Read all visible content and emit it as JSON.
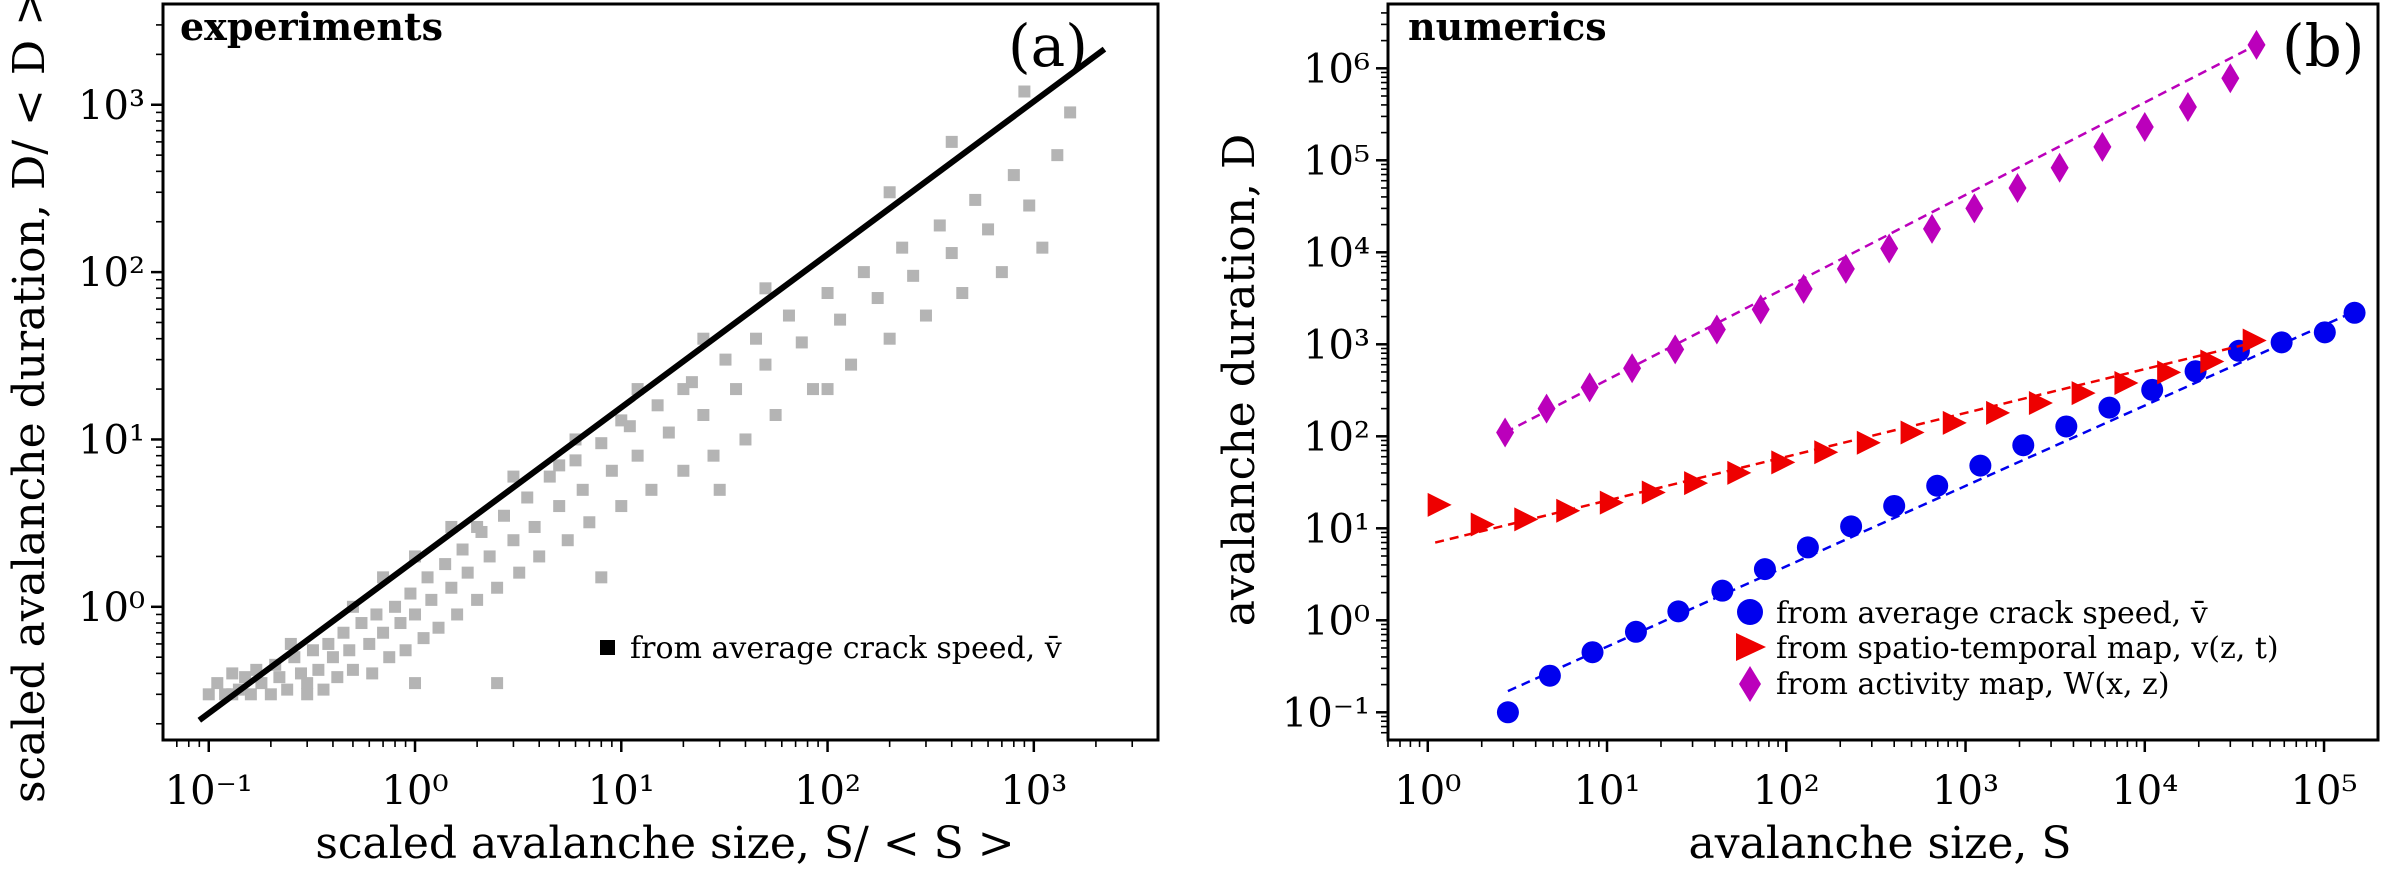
{
  "chart_data": [
    {
      "type": "scatter",
      "title": "experiments",
      "panel_label": "(a)",
      "xlabel": "scaled avalanche size, S/ < S >",
      "ylabel": "scaled avalanche duration, D/ < D >",
      "xscale": "log",
      "yscale": "log",
      "xlim": [
        0.06,
        4000
      ],
      "ylim": [
        0.16,
        4000
      ],
      "xticks": [
        0.1,
        1,
        10,
        100,
        1000
      ],
      "xtick_labels": [
        "10⁻¹",
        "10⁰",
        "10¹",
        "10²",
        "10³"
      ],
      "yticks": [
        1,
        10,
        100,
        1000
      ],
      "ytick_labels": [
        "10⁰",
        "10¹",
        "10²",
        "10³"
      ],
      "legend": {
        "placement": "lower-right",
        "entries": [
          "from average crack speed, v̄"
        ]
      },
      "colors": {
        "scatter": "#b4b4b4",
        "fit": "#000000"
      },
      "fit_line": {
        "x": [
          0.09,
          2200
        ],
        "y": [
          0.21,
          2150
        ]
      },
      "series": [
        {
          "name": "from average crack speed, v̄",
          "points": [
            [
              0.1,
              0.3
            ],
            [
              0.11,
              0.35
            ],
            [
              0.12,
              0.3
            ],
            [
              0.13,
              0.4
            ],
            [
              0.14,
              0.32
            ],
            [
              0.15,
              0.38
            ],
            [
              0.16,
              0.3
            ],
            [
              0.17,
              0.42
            ],
            [
              0.18,
              0.35
            ],
            [
              0.2,
              0.3
            ],
            [
              0.21,
              0.45
            ],
            [
              0.22,
              0.38
            ],
            [
              0.24,
              0.32
            ],
            [
              0.26,
              0.5
            ],
            [
              0.28,
              0.4
            ],
            [
              0.3,
              0.35
            ],
            [
              0.32,
              0.55
            ],
            [
              0.34,
              0.42
            ],
            [
              0.36,
              0.32
            ],
            [
              0.38,
              0.6
            ],
            [
              0.4,
              0.5
            ],
            [
              0.42,
              0.38
            ],
            [
              0.45,
              0.7
            ],
            [
              0.48,
              0.55
            ],
            [
              0.5,
              0.42
            ],
            [
              0.55,
              0.8
            ],
            [
              0.6,
              0.6
            ],
            [
              0.62,
              0.4
            ],
            [
              0.65,
              0.9
            ],
            [
              0.7,
              0.7
            ],
            [
              0.75,
              0.5
            ],
            [
              0.8,
              1.0
            ],
            [
              0.85,
              0.8
            ],
            [
              0.9,
              0.55
            ],
            [
              0.95,
              1.2
            ],
            [
              1.0,
              0.9
            ],
            [
              1.1,
              0.65
            ],
            [
              1.15,
              1.5
            ],
            [
              1.2,
              1.1
            ],
            [
              1.3,
              0.75
            ],
            [
              1.4,
              1.8
            ],
            [
              1.5,
              1.3
            ],
            [
              1.6,
              0.9
            ],
            [
              1.7,
              2.2
            ],
            [
              1.8,
              1.6
            ],
            [
              2.0,
              1.1
            ],
            [
              2.1,
              2.8
            ],
            [
              2.3,
              2.0
            ],
            [
              2.5,
              1.3
            ],
            [
              2.7,
              3.5
            ],
            [
              3.0,
              2.5
            ],
            [
              3.2,
              1.6
            ],
            [
              3.5,
              4.5
            ],
            [
              3.8,
              3.0
            ],
            [
              4.0,
              2.0
            ],
            [
              4.5,
              6.0
            ],
            [
              5.0,
              4.0
            ],
            [
              5.5,
              2.5
            ],
            [
              6.0,
              7.5
            ],
            [
              6.5,
              5.0
            ],
            [
              7.0,
              3.2
            ],
            [
              8.0,
              9.5
            ],
            [
              9.0,
              6.5
            ],
            [
              10,
              4.0
            ],
            [
              11,
              12
            ],
            [
              12,
              8
            ],
            [
              14,
              5
            ],
            [
              15,
              16
            ],
            [
              17,
              11
            ],
            [
              20,
              6.5
            ],
            [
              22,
              22
            ],
            [
              25,
              14
            ],
            [
              28,
              8
            ],
            [
              32,
              30
            ],
            [
              36,
              20
            ],
            [
              40,
              10
            ],
            [
              45,
              40
            ],
            [
              50,
              28
            ],
            [
              56,
              14
            ],
            [
              65,
              55
            ],
            [
              75,
              38
            ],
            [
              85,
              20
            ],
            [
              100,
              75
            ],
            [
              115,
              52
            ],
            [
              130,
              28
            ],
            [
              150,
              100
            ],
            [
              175,
              70
            ],
            [
              200,
              40
            ],
            [
              230,
              140
            ],
            [
              260,
              95
            ],
            [
              300,
              55
            ],
            [
              350,
              190
            ],
            [
              400,
              130
            ],
            [
              450,
              75
            ],
            [
              520,
              270
            ],
            [
              600,
              180
            ],
            [
              700,
              100
            ],
            [
              800,
              380
            ],
            [
              950,
              250
            ],
            [
              1100,
              140
            ],
            [
              1300,
              500
            ],
            [
              1500,
              900
            ],
            [
              0.13,
              0.3
            ],
            [
              0.25,
              0.6
            ],
            [
              0.5,
              1.0
            ],
            [
              1.0,
              2.0
            ],
            [
              2.0,
              3.0
            ],
            [
              5.0,
              7.0
            ],
            [
              10,
              13
            ],
            [
              20,
              20
            ],
            [
              1,
              0.35
            ],
            [
              2.5,
              0.35
            ],
            [
              0.3,
              0.3
            ],
            [
              8,
              1.5
            ],
            [
              30,
              5
            ],
            [
              100,
              20
            ],
            [
              0.7,
              1.5
            ],
            [
              1.5,
              3.0
            ],
            [
              3,
              6
            ],
            [
              6,
              10
            ],
            [
              12,
              20
            ],
            [
              25,
              40
            ],
            [
              50,
              80
            ],
            [
              200,
              300
            ],
            [
              400,
              600
            ],
            [
              900,
              1200
            ]
          ]
        }
      ]
    },
    {
      "type": "scatter",
      "title": "numerics",
      "panel_label": "(b)",
      "xlabel": "avalanche size, S",
      "ylabel": "avalanche duration, D",
      "xscale": "log",
      "yscale": "log",
      "xlim": [
        0.6,
        200000
      ],
      "ylim": [
        0.05,
        5000000
      ],
      "xticks": [
        1,
        10,
        100,
        1000,
        10000,
        100000
      ],
      "xtick_labels": [
        "10⁰",
        "10¹",
        "10²",
        "10³",
        "10⁴",
        "10⁵"
      ],
      "yticks": [
        0.1,
        1,
        10,
        100,
        1000,
        10000,
        100000,
        1000000
      ],
      "ytick_labels": [
        "10⁻¹",
        "10⁰",
        "10¹",
        "10²",
        "10³",
        "10⁴",
        "10⁵",
        "10⁶"
      ],
      "legend": {
        "placement": "lower-right",
        "entries": [
          "from average crack speed, v̄",
          "from spatio-temporal map, v(z, t)",
          "from activity map, W(x, z)"
        ]
      },
      "colors": {
        "blue": "#0000ee",
        "red": "#ee0000",
        "magenta": "#bb00bb"
      },
      "series": [
        {
          "name": "from average crack speed, v̄",
          "marker": "circle",
          "color": "#0000ee",
          "x": [
            2.8,
            4.8,
            8.3,
            14.5,
            25,
            44,
            76,
            132,
            230,
            400,
            695,
            1210,
            2100,
            3650,
            6350,
            11000,
            19200,
            33500,
            58000,
            101000,
            148000
          ],
          "y": [
            0.1,
            0.25,
            0.45,
            0.75,
            1.25,
            2.1,
            3.6,
            6.2,
            10.5,
            17.5,
            29,
            48,
            80,
            128,
            205,
            320,
            510,
            850,
            1050,
            1350,
            2200
          ],
          "fit": {
            "x": [
              2.8,
              150000
            ],
            "y": [
              0.17,
              2300
            ]
          }
        },
        {
          "name": "from spatio-temporal map, v(z, t)",
          "marker": "triangle-right",
          "color": "#ee0000",
          "x": [
            1.15,
            2.0,
            3.5,
            6.0,
            10.5,
            18,
            31,
            54,
            95,
            165,
            285,
            500,
            860,
            1500,
            2600,
            4500,
            7800,
            13500,
            23500,
            40500
          ],
          "y": [
            18,
            11,
            12.5,
            15.5,
            19,
            24.5,
            31,
            40,
            52,
            67,
            85,
            110,
            140,
            180,
            230,
            295,
            380,
            495,
            650,
            1100
          ],
          "fit": {
            "x": [
              1.1,
              45000
            ],
            "y": [
              7,
              1100
            ]
          }
        },
        {
          "name": "from activity map, W(x, z)",
          "marker": "diamond",
          "color": "#bb00bb",
          "x": [
            2.7,
            4.6,
            8.0,
            13.8,
            24,
            41,
            72,
            125,
            215,
            375,
            650,
            1120,
            1950,
            3350,
            5800,
            10000,
            17400,
            30000,
            42000
          ],
          "y": [
            110,
            200,
            340,
            550,
            880,
            1450,
            2400,
            4000,
            6600,
            11000,
            18000,
            30000,
            50000,
            83000,
            140000,
            230000,
            380000,
            780000,
            1800000
          ],
          "fit": {
            "x": [
              2.7,
              42000
            ],
            "y": [
              110,
              1800000
            ]
          }
        }
      ]
    }
  ]
}
